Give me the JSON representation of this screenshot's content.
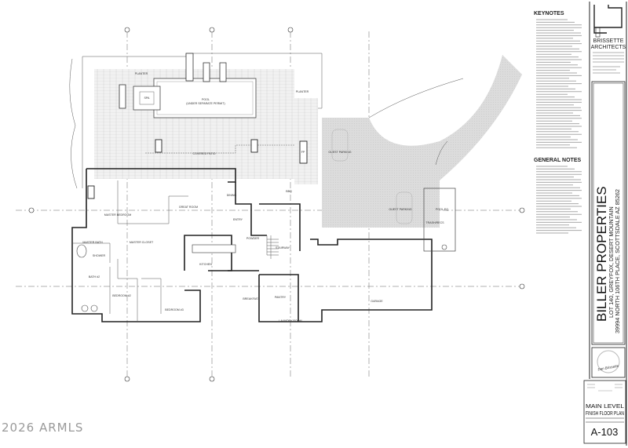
{
  "sheet": {
    "firm_name": [
      "BRISSETTE",
      "ARCHITECTS"
    ],
    "project_title": "BILLER PROPERTIES",
    "project_subtitle": "LOT 140, GREYFOX, DESERT MOUNTAIN",
    "project_address": "39994 NORTH 106TH PLACE, SCOTTSDALE AZ 85262",
    "sheet_title": [
      "MAIN LEVEL",
      "FINISH FLOOR PLAN"
    ],
    "sheet_number": "A-103",
    "signature": "Dan Brissette"
  },
  "notes": {
    "keynotes_heading": "KEYNOTES",
    "general_notes_heading": "GENERAL NOTES"
  },
  "rooms": {
    "spa": "SPA",
    "pool": "POOL",
    "pool_sub": "(UNDER SEPARATE PERMIT)",
    "covered_patio": "COVERED PATIO",
    "planter": "PLANTER",
    "great_room": "GREAT ROOM",
    "dining": "DINING",
    "entry": "ENTRY",
    "master_bedroom": "MASTER BEDROOM",
    "master_bath": "MASTER BATH",
    "master_closet": "MASTER CLOSET",
    "shower": "SHOWER",
    "bath_2": "BATH #2",
    "bedroom_2": "BEDROOM #2",
    "bedroom_3": "BEDROOM #3",
    "kitchen": "KITCHEN",
    "powder": "POWDER",
    "stairway": "STAIRWAY",
    "breakfast": "BREAKFAST",
    "pantry": "PANTRY",
    "laundry_room": "LAUNDRY ROOM",
    "garage": "GARAGE",
    "guest_parking": "GUEST PARKING",
    "trash_recs": "TRASH/RECS",
    "pool_eq": "POOL EQ",
    "bbq": "BBQ",
    "fp": "FP"
  },
  "watermark": "2026 ARMLS",
  "colors": {
    "line": "#222222",
    "paving": "#d9d9d9",
    "hatch": "#ececec"
  }
}
